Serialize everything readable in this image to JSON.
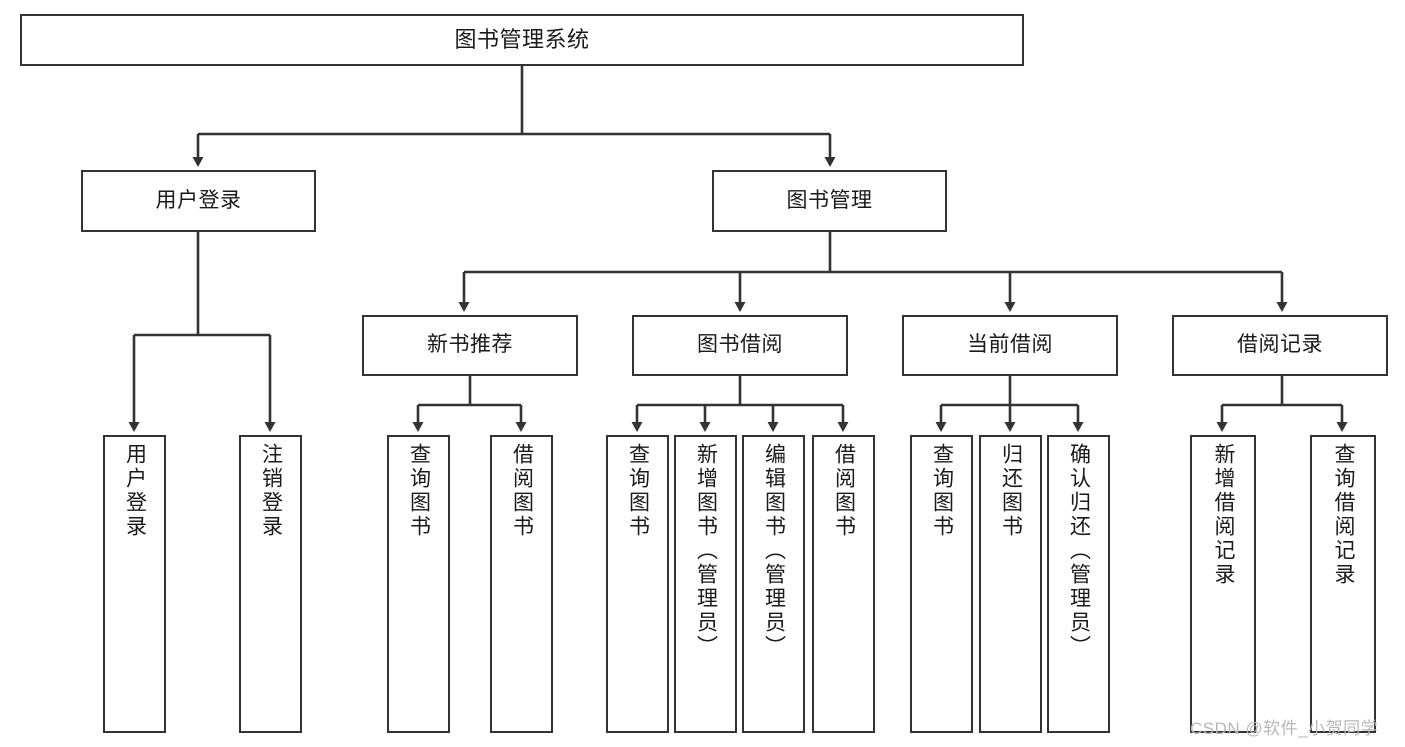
{
  "diagram": {
    "title": "图书管理系统",
    "type": "hierarchy-tree",
    "orientation": "top-down",
    "colors": {
      "box_border": "#333333",
      "box_fill": "#ffffff",
      "connector": "#333333",
      "text": "#1a1a1a",
      "watermark": "#b8b8b8"
    },
    "root": {
      "label": "图书管理系统"
    },
    "level2": [
      {
        "label": "用户登录"
      },
      {
        "label": "图书管理"
      }
    ],
    "level3": [
      {
        "label": "新书推荐"
      },
      {
        "label": "图书借阅"
      },
      {
        "label": "当前借阅"
      },
      {
        "label": "借阅记录"
      }
    ],
    "leaves": {
      "user_login": [
        {
          "label": "用户登录"
        },
        {
          "label": "注销登录"
        }
      ],
      "new_book_recommend": [
        {
          "label": "查询图书"
        },
        {
          "label": "借阅图书"
        }
      ],
      "book_borrow": [
        {
          "label": "查询图书"
        },
        {
          "label": "新增图书（管理员）"
        },
        {
          "label": "编辑图书（管理员）"
        },
        {
          "label": "借阅图书"
        }
      ],
      "current_borrow": [
        {
          "label": "查询图书"
        },
        {
          "label": "归还图书"
        },
        {
          "label": "确认归还（管理员）"
        }
      ],
      "borrow_records": [
        {
          "label": "新增借阅记录"
        },
        {
          "label": "查询借阅记录"
        }
      ]
    },
    "watermark": "CSDN @软件_小贺同学"
  }
}
